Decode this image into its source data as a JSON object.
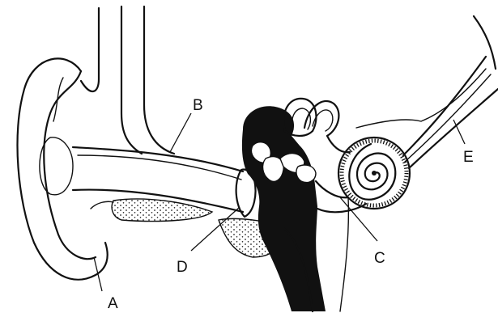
{
  "diagram": {
    "labels": {
      "A": "A",
      "B": "B",
      "C": "C",
      "D": "D",
      "E": "E"
    }
  }
}
